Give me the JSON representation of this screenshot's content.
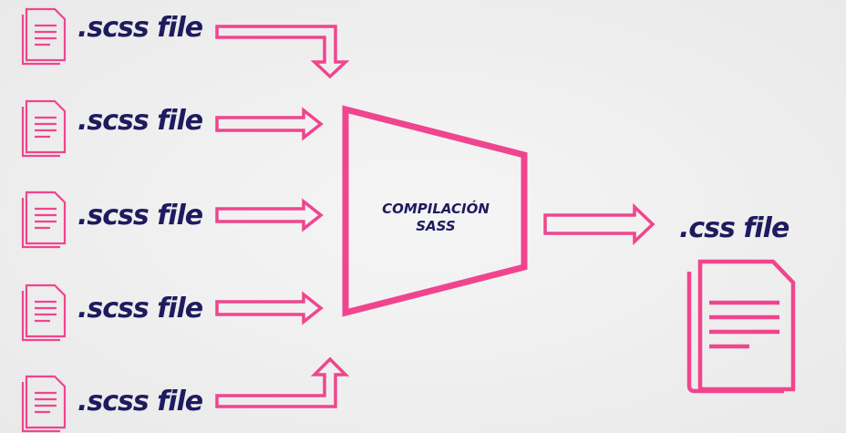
{
  "inputs": [
    {
      "label": ".scss file"
    },
    {
      "label": ".scss file"
    },
    {
      "label": ".scss file"
    },
    {
      "label": ".scss file"
    },
    {
      "label": ".scss file"
    }
  ],
  "process": {
    "line1": "COMPILACIÓN",
    "line2": "SASS"
  },
  "output": {
    "label": ".css file"
  },
  "colors": {
    "accent": "#f0458e",
    "text": "#1e1b5e",
    "background": "#eeeeee"
  },
  "icons": {
    "input_file": "document-icon",
    "output_file": "stacked-documents-icon"
  }
}
